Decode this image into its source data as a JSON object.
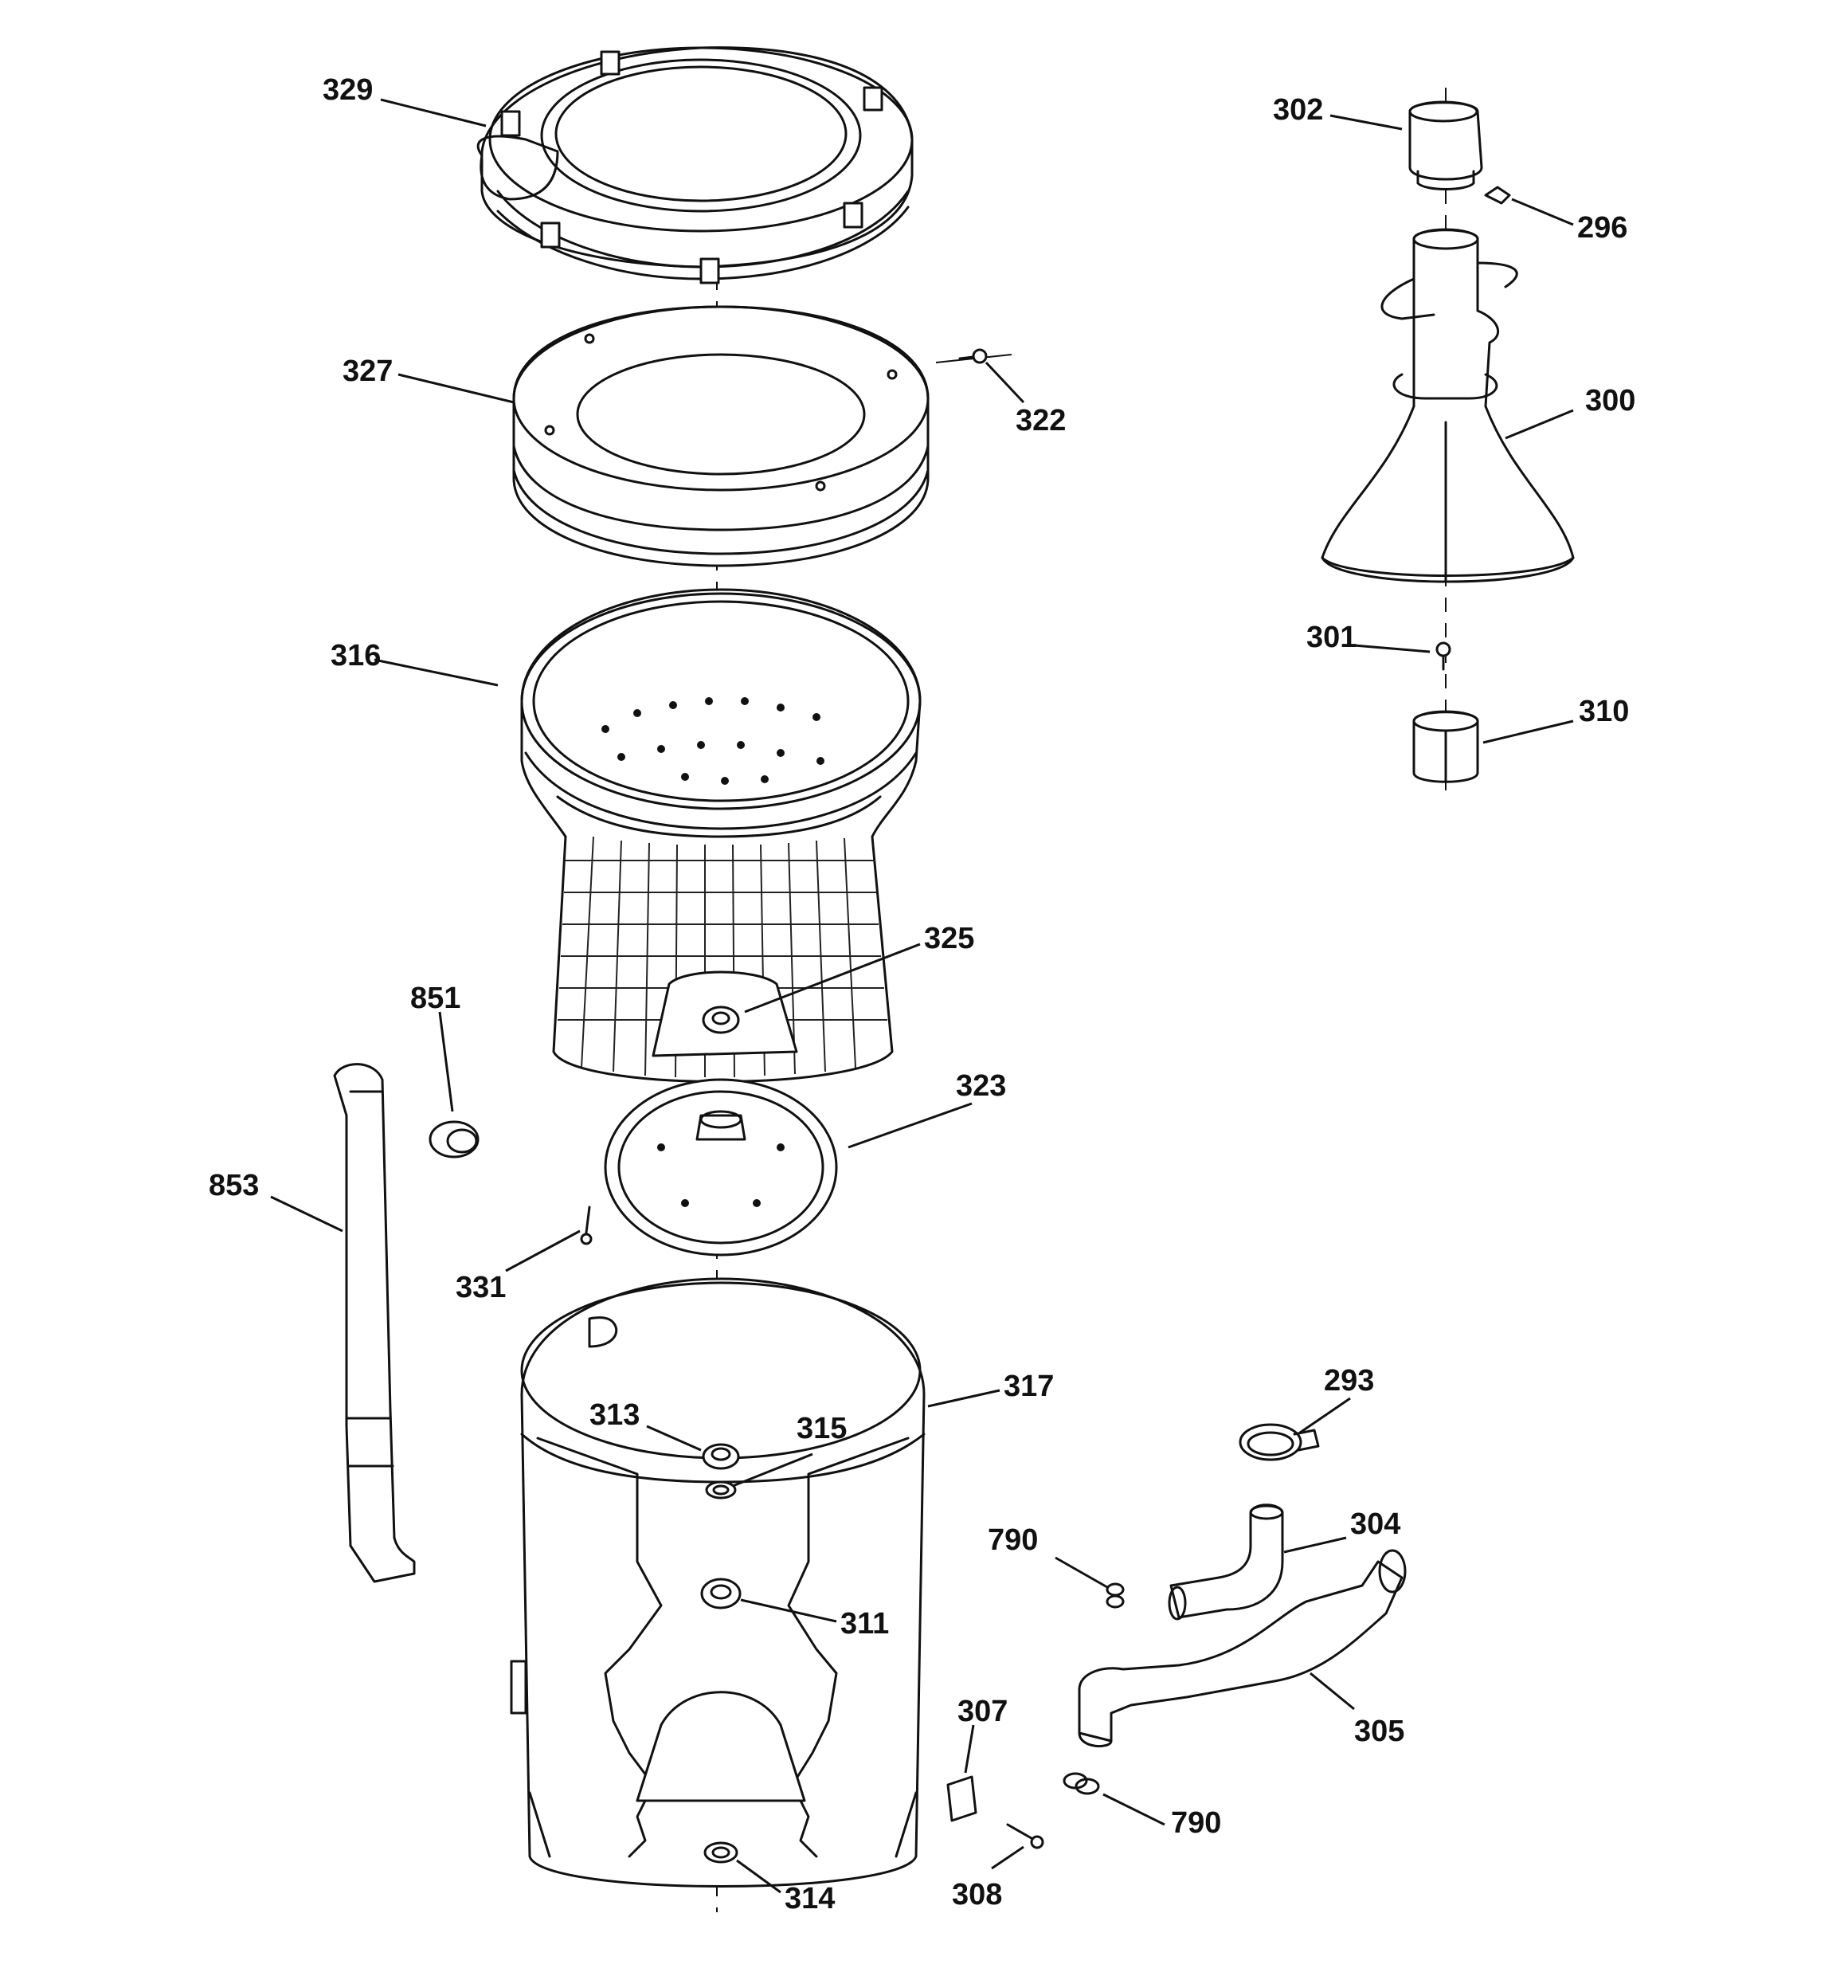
{
  "callouts": [
    {
      "id": "c293",
      "label": "293"
    },
    {
      "id": "c296",
      "label": "296"
    },
    {
      "id": "c300",
      "label": "300"
    },
    {
      "id": "c301",
      "label": "301"
    },
    {
      "id": "c302",
      "label": "302"
    },
    {
      "id": "c304",
      "label": "304"
    },
    {
      "id": "c305",
      "label": "305"
    },
    {
      "id": "c307",
      "label": "307"
    },
    {
      "id": "c308",
      "label": "308"
    },
    {
      "id": "c310",
      "label": "310"
    },
    {
      "id": "c311",
      "label": "311"
    },
    {
      "id": "c313",
      "label": "313"
    },
    {
      "id": "c314",
      "label": "314"
    },
    {
      "id": "c315",
      "label": "315"
    },
    {
      "id": "c316",
      "label": "316"
    },
    {
      "id": "c317",
      "label": "317"
    },
    {
      "id": "c322",
      "label": "322"
    },
    {
      "id": "c323",
      "label": "323"
    },
    {
      "id": "c325",
      "label": "325"
    },
    {
      "id": "c327",
      "label": "327"
    },
    {
      "id": "c329",
      "label": "329"
    },
    {
      "id": "c331",
      "label": "331"
    },
    {
      "id": "c790a",
      "label": "790"
    },
    {
      "id": "c790b",
      "label": "790"
    },
    {
      "id": "c851",
      "label": "851"
    },
    {
      "id": "c853",
      "label": "853"
    }
  ]
}
